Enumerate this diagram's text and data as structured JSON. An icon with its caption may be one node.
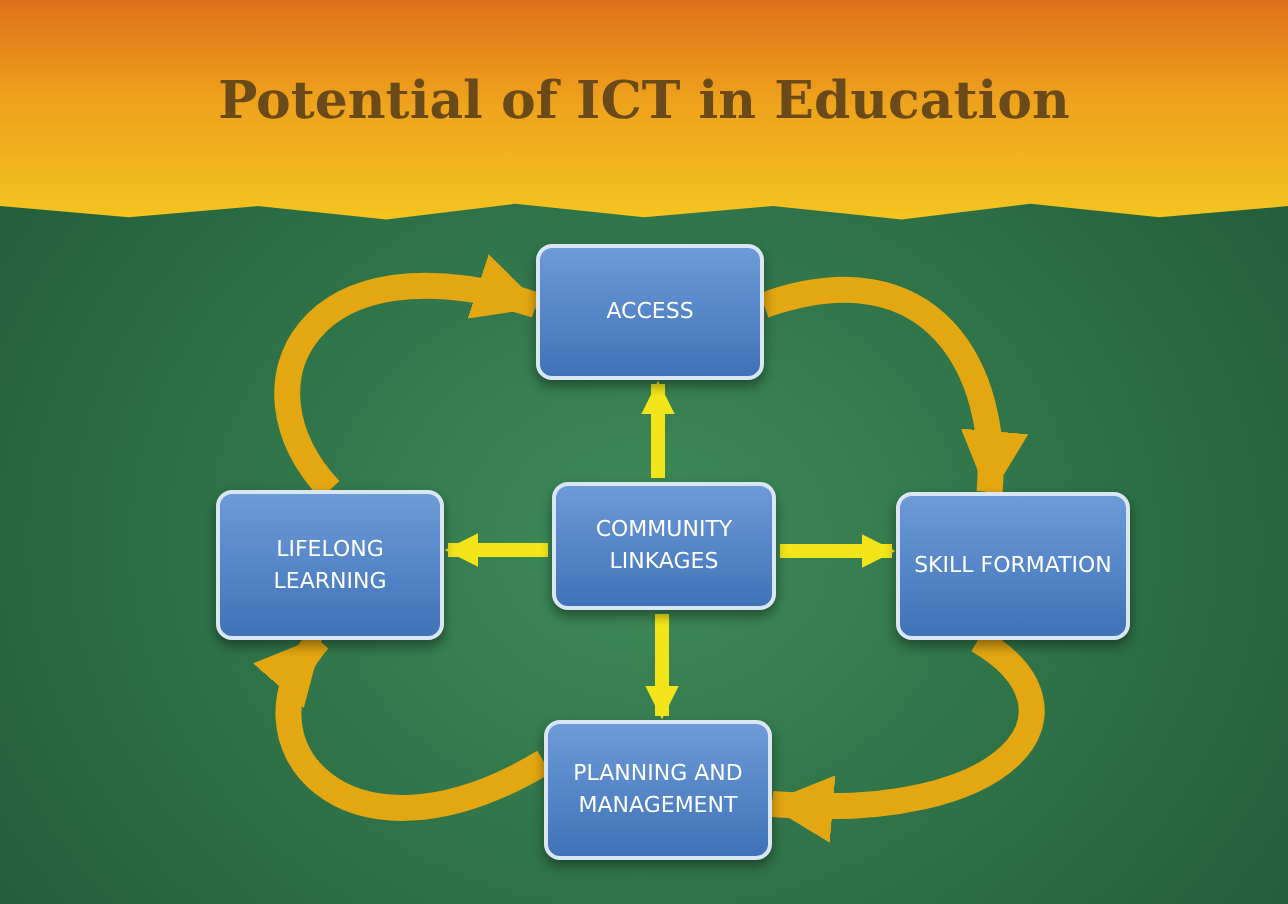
{
  "diagram": {
    "title": "Potential of ICT in Education",
    "nodes": [
      {
        "text": [
          "ACCESS"
        ]
      },
      {
        "text": [
          "LIFELONG LEARNING"
        ]
      },
      {
        "text": [
          "COMMUNITY LINKAGES"
        ]
      },
      {
        "text": [
          "SKILL FORMATION"
        ]
      },
      {
        "text": [
          "PLANNING AND MANAGEMENT"
        ]
      }
    ],
    "edges": [
      {
        "from": 2,
        "to": 0,
        "arrow": "to"
      },
      {
        "from": 2,
        "to": 1,
        "arrow": "to"
      },
      {
        "from": 2,
        "to": 3,
        "arrow": "to"
      },
      {
        "from": 2,
        "to": 4,
        "arrow": "to"
      },
      {
        "from": 0,
        "to": 3,
        "arrow": "to",
        "style": "thick",
        "color": "#e3a712"
      },
      {
        "from": 3,
        "to": 4,
        "arrow": "to",
        "style": "thick",
        "color": "#e3a712"
      },
      {
        "from": 4,
        "to": 1,
        "arrow": "to",
        "style": "thick",
        "color": "#e3a712"
      },
      {
        "from": 1,
        "to": 0,
        "arrow": "to",
        "style": "thick",
        "color": "#e3a712"
      }
    ]
  }
}
